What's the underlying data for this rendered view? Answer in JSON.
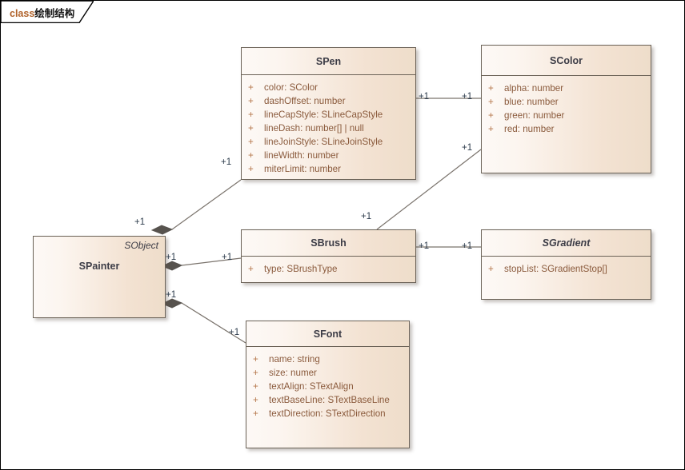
{
  "diagram": {
    "frame": {
      "keyword": "class",
      "name": "绘制结构"
    },
    "type": "uml-class-diagram"
  },
  "classes": [
    {
      "id": "spen",
      "name": "SPen",
      "abstract": false,
      "attributes": [
        {
          "visibility": "+",
          "text": "color: SColor"
        },
        {
          "visibility": "+",
          "text": "dashOffset: number"
        },
        {
          "visibility": "+",
          "text": "lineCapStyle: SLineCapStyle"
        },
        {
          "visibility": "+",
          "text": "lineDash: number[] | null"
        },
        {
          "visibility": "+",
          "text": "lineJoinStyle: SLineJoinStyle"
        },
        {
          "visibility": "+",
          "text": "lineWidth: number"
        },
        {
          "visibility": "+",
          "text": "miterLimit: number"
        }
      ]
    },
    {
      "id": "scolor",
      "name": "SColor",
      "abstract": false,
      "attributes": [
        {
          "visibility": "+",
          "text": "alpha: number"
        },
        {
          "visibility": "+",
          "text": "blue: number"
        },
        {
          "visibility": "+",
          "text": "green: number"
        },
        {
          "visibility": "+",
          "text": "red: number"
        }
      ]
    },
    {
      "id": "spainter",
      "name": "SPainter",
      "abstract": false,
      "stereotype": "SObject",
      "attributes": []
    },
    {
      "id": "sbrush",
      "name": "SBrush",
      "abstract": false,
      "attributes": [
        {
          "visibility": "+",
          "text": "type: SBrushType"
        }
      ]
    },
    {
      "id": "sgradient",
      "name": "SGradient",
      "abstract": true,
      "attributes": [
        {
          "visibility": "+",
          "text": "stopList: SGradientStop[]"
        }
      ]
    },
    {
      "id": "sfont",
      "name": "SFont",
      "abstract": false,
      "attributes": [
        {
          "visibility": "+",
          "text": "name: string"
        },
        {
          "visibility": "+",
          "text": "size: numer"
        },
        {
          "visibility": "+",
          "text": "textAlign: STextAlign"
        },
        {
          "visibility": "+",
          "text": "textBaseLine: STextBaseLine"
        },
        {
          "visibility": "+",
          "text": "textDirection: STextDirection"
        }
      ]
    }
  ],
  "associations": [
    {
      "id": "painter-pen",
      "from": "spainter",
      "to": "spen",
      "kind": "composition",
      "source_mult": "+1",
      "target_mult": "+1"
    },
    {
      "id": "painter-brush",
      "from": "spainter",
      "to": "sbrush",
      "kind": "composition",
      "source_mult": "+1",
      "target_mult": "+1"
    },
    {
      "id": "painter-font",
      "from": "spainter",
      "to": "sfont",
      "kind": "composition",
      "source_mult": "+1",
      "target_mult": "+1"
    },
    {
      "id": "pen-color",
      "from": "spen",
      "to": "scolor",
      "kind": "association",
      "source_mult": "+1",
      "target_mult": "+1"
    },
    {
      "id": "brush-color",
      "from": "sbrush",
      "to": "scolor",
      "kind": "association",
      "source_mult": "+1",
      "target_mult": "+1"
    },
    {
      "id": "brush-gradient",
      "from": "sbrush",
      "to": "sgradient",
      "kind": "association",
      "source_mult": "+1",
      "target_mult": "+1"
    }
  ],
  "multiplicity_labels": [
    {
      "id": "m-pen-left",
      "text": "+1"
    },
    {
      "id": "m-pen-right",
      "text": "+1"
    },
    {
      "id": "m-color-left-top",
      "text": "+1"
    },
    {
      "id": "m-color-left-mid",
      "text": "+1"
    },
    {
      "id": "m-painter-top",
      "text": "+1"
    },
    {
      "id": "m-painter-mid",
      "text": "+1"
    },
    {
      "id": "m-painter-bot",
      "text": "+1"
    },
    {
      "id": "m-brush-topleft",
      "text": "+1"
    },
    {
      "id": "m-brush-left",
      "text": "+1"
    },
    {
      "id": "m-brush-right",
      "text": "+1"
    },
    {
      "id": "m-gradient-left",
      "text": "+1"
    },
    {
      "id": "m-font-left",
      "text": "+1"
    }
  ],
  "colors": {
    "box_fill_light": "#fdf9f6",
    "box_fill_dark": "#eeddca",
    "box_border": "#6b6257",
    "title_text": "#3c3c46",
    "attribute_text": "#8a5a3c",
    "visibility_text": "#b5764a",
    "connector": "#7a736c",
    "diamond_fill": "#57534e",
    "multiplicity_text": "#2b3a4a",
    "frame_keyword": "#b0622a",
    "background": "#ffffff"
  }
}
